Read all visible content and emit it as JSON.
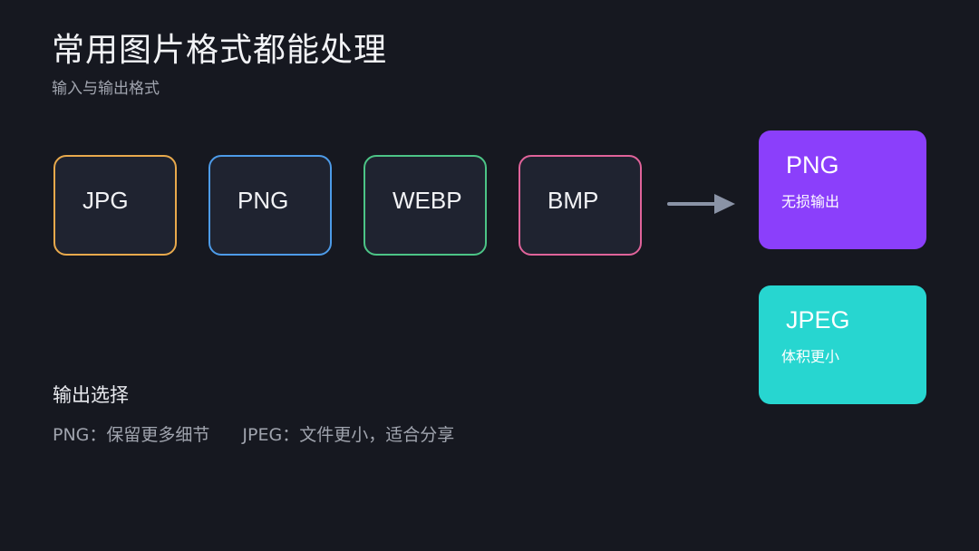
{
  "title": "常用图片格式都能处理",
  "subtitle": "输入与输出格式",
  "inputs": [
    {
      "label": "JPG",
      "color": "#e8a94c"
    },
    {
      "label": "PNG",
      "color": "#4d9be8"
    },
    {
      "label": "WEBP",
      "color": "#4cc486"
    },
    {
      "label": "BMP",
      "color": "#e0639a"
    }
  ],
  "outputs": [
    {
      "format": "PNG",
      "desc": "无损输出",
      "color": "#8b3ffb"
    },
    {
      "format": "JPEG",
      "desc": "体积更小",
      "color": "#27d6d0"
    }
  ],
  "choice": {
    "heading": "输出选择",
    "png_note": "PNG：保留更多细节",
    "jpeg_note": "JPEG：文件更小，适合分享"
  }
}
